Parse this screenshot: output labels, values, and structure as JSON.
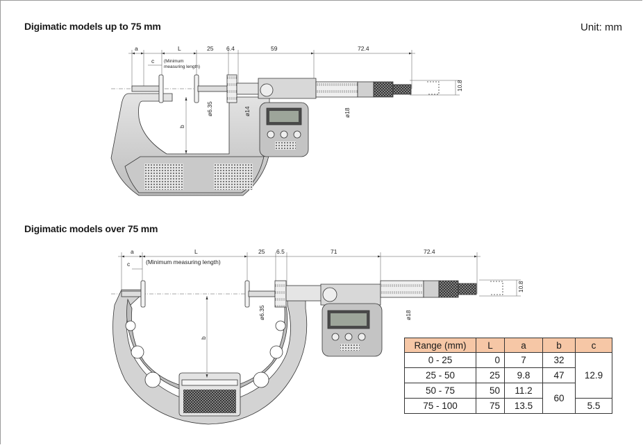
{
  "section1": {
    "title": "Digimatic models up to 75 mm",
    "unit": "Unit: mm",
    "dims": {
      "a": "a",
      "L": "L",
      "d25": "25",
      "d64": "6.4",
      "d59": "59",
      "d724": "72.4",
      "c": "c",
      "min1": "(Minimum",
      "min2": "measuring length)",
      "h108": "10.8",
      "phi635": "ø6.35",
      "phi14": "ø14",
      "phi18": "ø18",
      "b": "b"
    }
  },
  "section2": {
    "title": "Digimatic models over 75 mm",
    "dims": {
      "a": "a",
      "L": "L",
      "d25": "25",
      "d65": "6.5",
      "d71": "71",
      "d724": "72.4",
      "c": "c",
      "min": "(Minimum measuring length)",
      "h108": "10.8",
      "phi635": "ø6.35",
      "phi18": "ø18",
      "b": "b"
    }
  },
  "table": {
    "headers": [
      "Range (mm)",
      "L",
      "a",
      "b",
      "c"
    ],
    "rows": [
      {
        "range": "0 - 25",
        "L": "0",
        "a": "7"
      },
      {
        "range": "25 - 50",
        "L": "25",
        "a": "9.8"
      },
      {
        "range": "50 - 75",
        "L": "50",
        "a": "11.2"
      },
      {
        "range": "75 - 100",
        "L": "75",
        "a": "13.5"
      }
    ],
    "b_values": [
      "32",
      "47",
      "60"
    ],
    "c_values": [
      "12.9",
      "5.5"
    ]
  },
  "colors": {
    "header_fill": "#f6c7a6",
    "body_gray": "#cfcfcf"
  }
}
